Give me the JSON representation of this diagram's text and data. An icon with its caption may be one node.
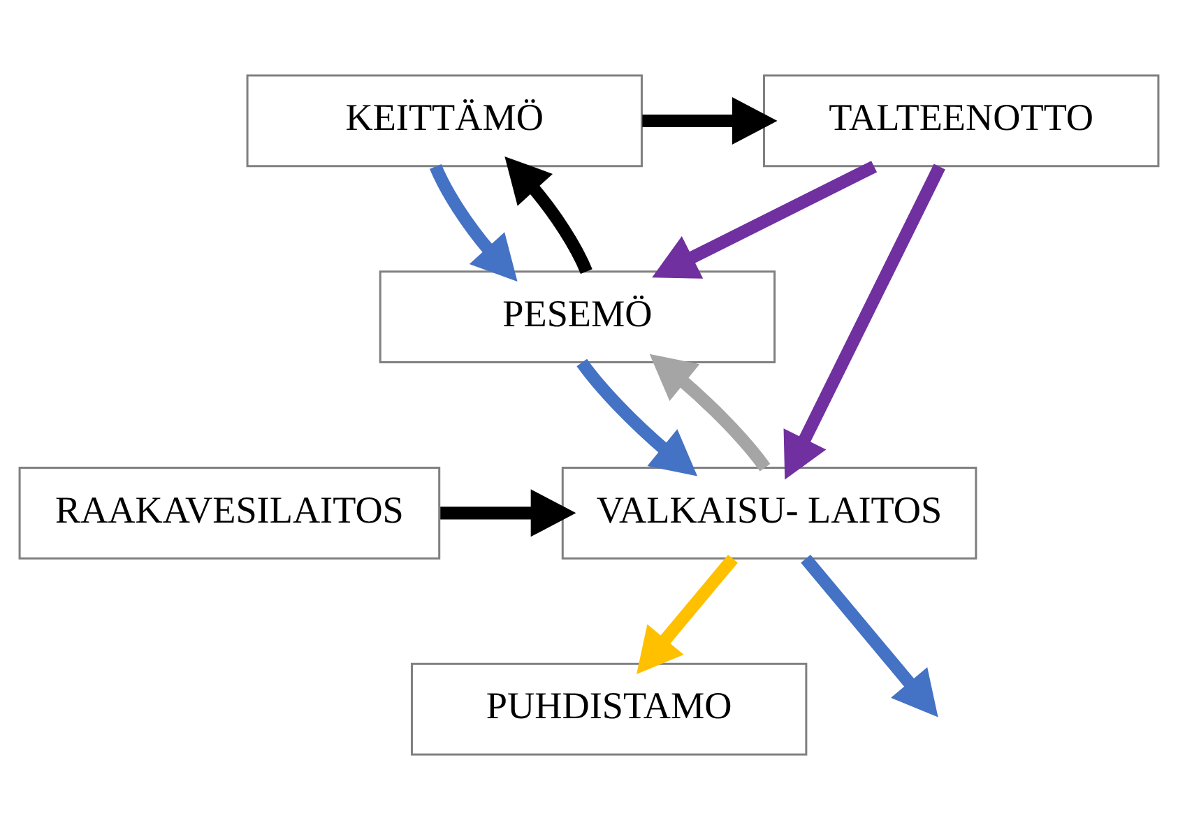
{
  "diagram": {
    "nodes": [
      {
        "text": [
          "KEITTÄMÖ"
        ]
      },
      {
        "text": [
          "TALTEENOTTO"
        ]
      },
      {
        "text": [
          "PESEMÖ"
        ]
      },
      {
        "text": [
          "VALKAISU- LAITOS"
        ]
      },
      {
        "text": [
          "RAAKAVESILAITOS"
        ]
      },
      {
        "text": [
          "PUHDISTAMO"
        ]
      }
    ],
    "edges": [
      {
        "from": 0,
        "to": 1,
        "arrow": "to"
      },
      {
        "from": 0,
        "to": 2,
        "arrow": "to",
        "color": "#4472c4"
      },
      {
        "from": 2,
        "to": 0,
        "arrow": "to"
      },
      {
        "from": 2,
        "to": 3,
        "arrow": "to",
        "color": "#4472c4"
      },
      {
        "from": 3,
        "to": 2,
        "arrow": "to",
        "color": "#a5a5a5"
      },
      {
        "from": 1,
        "to": 2,
        "arrow": "to",
        "color": "#7030a0"
      },
      {
        "from": 1,
        "to": 3,
        "arrow": "to",
        "color": "#7030a0"
      },
      {
        "from": 3,
        "to": null,
        "arrow": "to",
        "color": "#4472c4"
      },
      {
        "from": 4,
        "to": 3,
        "arrow": "to"
      },
      {
        "from": 3,
        "to": 5,
        "arrow": "to",
        "color": "#ffc000"
      }
    ]
  }
}
